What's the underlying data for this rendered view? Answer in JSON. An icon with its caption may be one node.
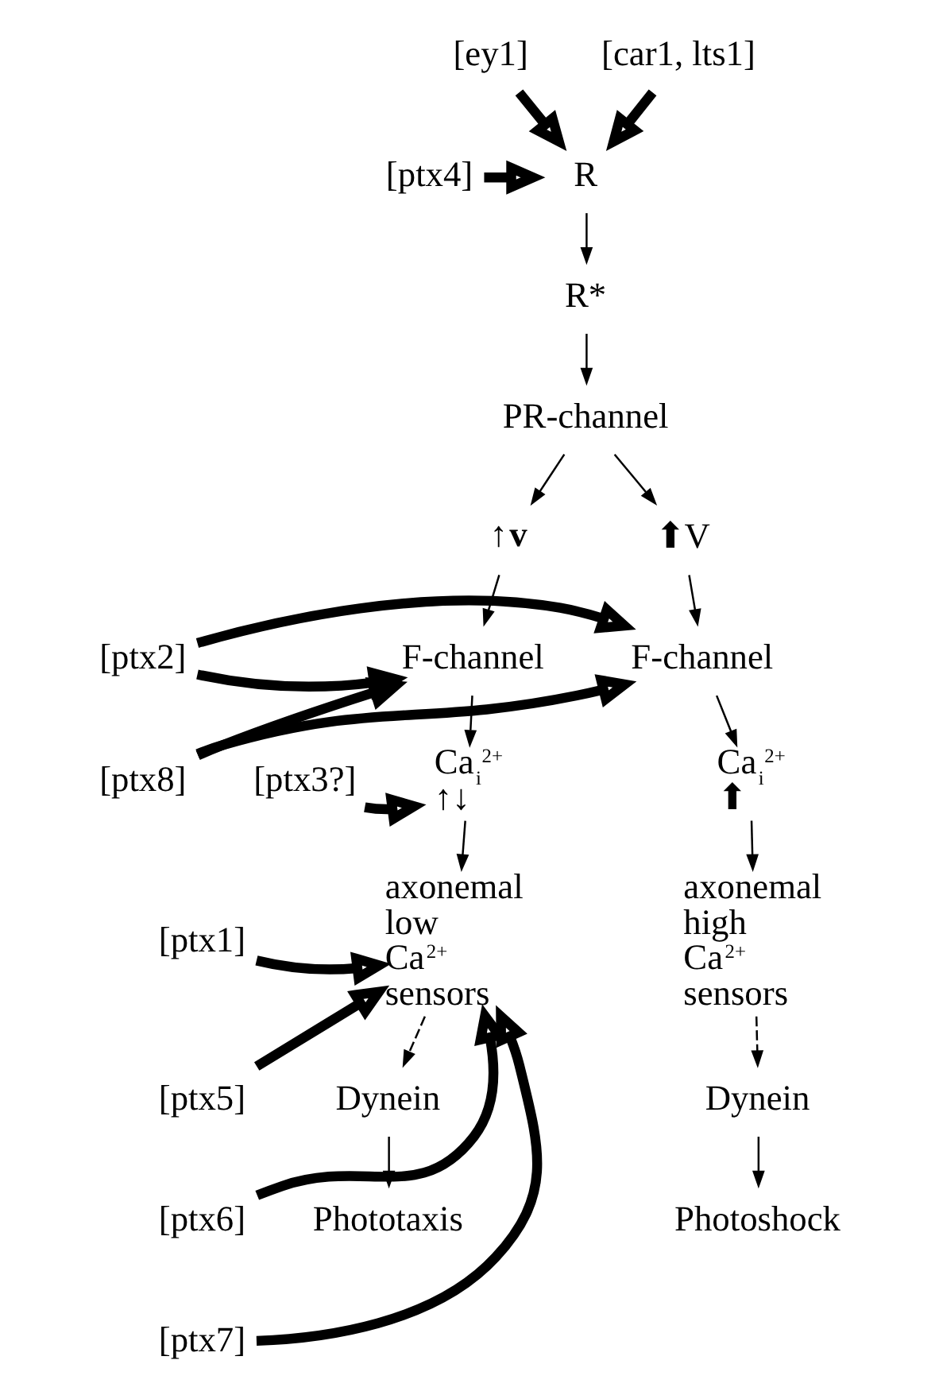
{
  "diagram": {
    "nodes": [
      {
        "text": [
          "R"
        ]
      },
      {
        "text": [
          "[ey1]"
        ]
      },
      {
        "text": [
          "[ptx4]"
        ]
      },
      {
        "text": [
          "[car1, lts1]"
        ]
      },
      {
        "text": [
          "R*"
        ]
      },
      {
        "text": [
          "PR-channel"
        ]
      },
      {
        "text": [
          "↑**v**"
        ]
      },
      {
        "text": [
          "⬆V"
        ]
      },
      {
        "text": [
          "F-channel"
        ]
      },
      {
        "text": [
          "[ptx2]"
        ]
      },
      {
        "text": [
          "[ptx8]"
        ]
      },
      {
        "text": [
          "F-channel"
        ]
      },
      {
        "text": [
          "Ca$_{i}$$^{2+}$ ↑↓"
        ]
      },
      {
        "text": [
          "[ptx3?]"
        ]
      },
      {
        "text": [
          "Ca$_{i}$$^{2+}$ ⬆"
        ]
      },
      {
        "text": [
          "axonemal low Ca$^{2+}$ sensors"
        ]
      },
      {
        "text": [
          "[ptx1]"
        ]
      },
      {
        "text": [
          "[ptx5]"
        ]
      },
      {
        "text": [
          "[ptx6]"
        ]
      },
      {
        "text": [
          "[ptx7]"
        ]
      },
      {
        "text": [
          "axonemal high Ca$^{2+}$ sensors"
        ]
      },
      {
        "text": [
          "Dynein"
        ]
      },
      {
        "text": [
          "Dynein"
        ]
      },
      {
        "text": [
          "Phototaxis"
        ]
      },
      {
        "text": [
          "Photoshock"
        ]
      }
    ],
    "edges": [
      {
        "from": 1,
        "to": 0,
        "arrow": "to",
        "style": "thick"
      },
      {
        "from": 2,
        "to": 0,
        "arrow": "to",
        "style": "thick"
      },
      {
        "from": 3,
        "to": 0,
        "arrow": "to",
        "style": "thick"
      },
      {
        "from": 0,
        "to": 4,
        "arrow": "to"
      },
      {
        "from": 4,
        "to": 5,
        "arrow": "to"
      },
      {
        "from": 5,
        "to": 6,
        "arrow": "to"
      },
      {
        "from": 5,
        "to": 7,
        "arrow": "to"
      },
      {
        "from": 6,
        "to": 8,
        "arrow": "to"
      },
      {
        "from": 7,
        "to": 11,
        "arrow": "to"
      },
      {
        "from": 9,
        "to": 8,
        "arrow": "to",
        "style": "thick"
      },
      {
        "from": 10,
        "to": 8,
        "arrow": "to",
        "style": "thick"
      },
      {
        "from": 9,
        "to": 11,
        "arrow": "to",
        "style": "thick"
      },
      {
        "from": 10,
        "to": 11,
        "arrow": "to",
        "style": "thick"
      },
      {
        "from": 8,
        "to": 12,
        "arrow": "to"
      },
      {
        "from": 13,
        "to": 12,
        "arrow": "to",
        "style": "thick"
      },
      {
        "from": 11,
        "to": 14,
        "arrow": "to"
      },
      {
        "from": 12,
        "to": 15,
        "arrow": "to"
      },
      {
        "from": 14,
        "to": 20,
        "arrow": "to"
      },
      {
        "from": 16,
        "to": 15,
        "arrow": "to",
        "style": "thick"
      },
      {
        "from": 17,
        "to": 15,
        "arrow": "to",
        "style": "thick"
      },
      {
        "from": 18,
        "to": 15,
        "arrow": "to",
        "style": "thick"
      },
      {
        "from": 19,
        "to": 15,
        "arrow": "to",
        "style": "thick"
      },
      {
        "from": 15,
        "to": 21,
        "arrow": "to",
        "style": "dashed"
      },
      {
        "from": 20,
        "to": 22,
        "arrow": "to",
        "style": "dashed"
      },
      {
        "from": 21,
        "to": 23,
        "arrow": "to"
      },
      {
        "from": 22,
        "to": 24,
        "arrow": "to"
      }
    ]
  }
}
